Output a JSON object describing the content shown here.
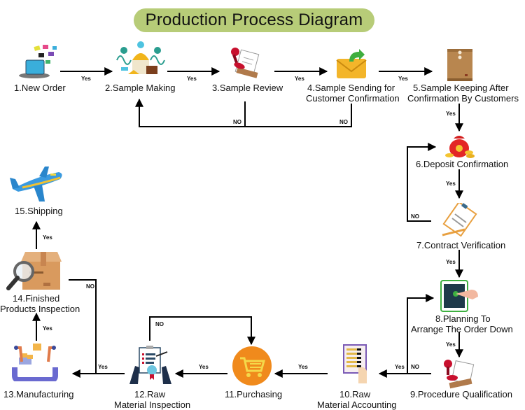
{
  "title": "Production Process Diagram",
  "colors": {
    "title_bg": "#b7cc78",
    "line": "#000000"
  },
  "steps": [
    {
      "id": 1,
      "label": "1.New Order",
      "icon": "laptop-order-icon"
    },
    {
      "id": 2,
      "label": "2.Sample Making",
      "icon": "engineering-tools-icon"
    },
    {
      "id": 3,
      "label": "3.Sample Review",
      "icon": "stamp-document-icon"
    },
    {
      "id": 4,
      "label_line1": "4.Sample Sending for",
      "label_line2": "Customer Confirmation",
      "icon": "envelope-send-icon"
    },
    {
      "id": 5,
      "label_line1": "5.Sample Keeping After",
      "label_line2": "Confirmation By Customers",
      "icon": "envelope-file-icon"
    },
    {
      "id": 6,
      "label": "6.Deposit Confirmation",
      "icon": "money-bag-icon"
    },
    {
      "id": 7,
      "label": "7.Contract Verification",
      "icon": "clipboard-contract-icon"
    },
    {
      "id": 8,
      "label_line1": "8.Planning To",
      "label_line2": "Arrange The Order Down",
      "icon": "tablet-touch-icon"
    },
    {
      "id": 9,
      "label": "9.Procedure Qualification",
      "icon": "stamp-document-icon"
    },
    {
      "id": 10,
      "label_line1": "10.Raw",
      "label_line2": "Material Accounting",
      "icon": "abacus-icon"
    },
    {
      "id": 11,
      "label": "11.Purchasing",
      "icon": "shopping-cart-icon"
    },
    {
      "id": 12,
      "label_line1": "12.Raw",
      "label_line2": "Material Inspection",
      "icon": "quality-checklist-icon"
    },
    {
      "id": 13,
      "label": "13.Manufacturing",
      "icon": "assembly-line-icon"
    },
    {
      "id": 14,
      "label_line1": "14.Finished",
      "label_line2": "Products Inspection",
      "icon": "box-magnifier-icon"
    },
    {
      "id": 15,
      "label": "15.Shipping",
      "icon": "airplane-icon"
    }
  ],
  "edge_labels": {
    "yes": "Yes",
    "no": "NO"
  }
}
